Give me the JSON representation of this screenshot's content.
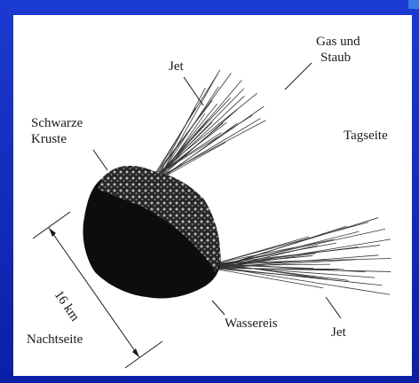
{
  "labels": {
    "jet_top": "Jet",
    "gas": "Gas und",
    "dust": "Staub",
    "crust_1": "Schwarze",
    "crust_2": "Kruste",
    "day_side": "Tagseite",
    "size": "16 km",
    "night_side": "Nachtseite",
    "water_ice": "Wassereis",
    "jet_bottom": "Jet"
  },
  "colors": {
    "frame": "#0b1fa6",
    "panel": "#ffffff",
    "ink": "#1a1a1a"
  }
}
